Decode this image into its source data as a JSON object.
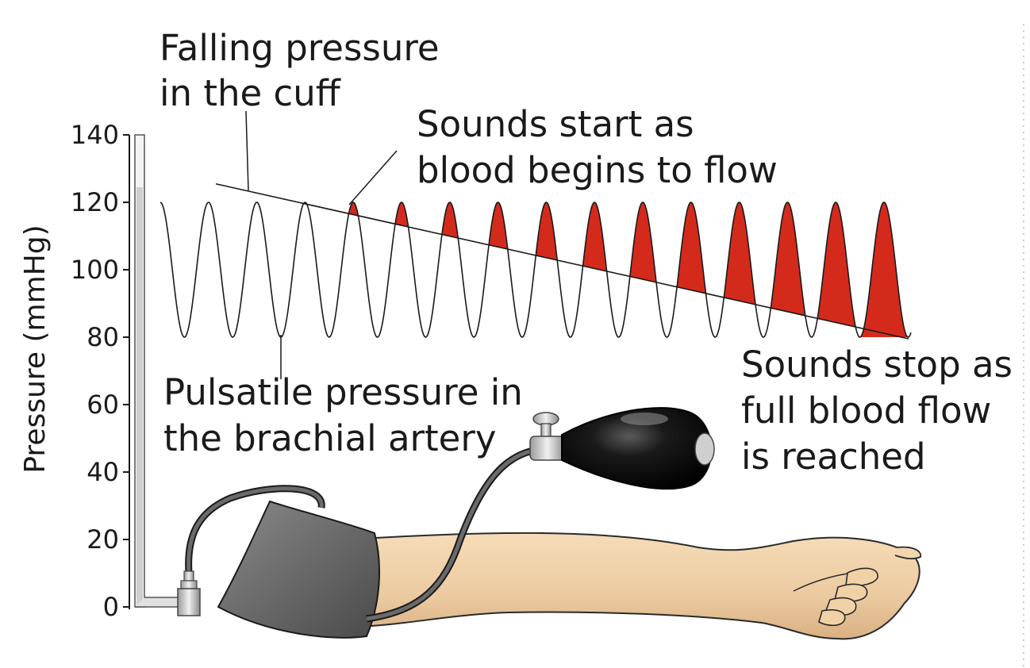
{
  "axis": {
    "label": "Pressure (mmHg)",
    "ticks": [
      "140",
      "120",
      "100",
      "80",
      "60",
      "40",
      "20",
      "0"
    ]
  },
  "annotations": {
    "falling_line1": "Falling pressure",
    "falling_line2": "in the cuff",
    "start_line1": "Sounds start as",
    "start_line2": "blood begins to flow",
    "pulsatile_line1": "Pulsatile pressure in",
    "pulsatile_line2": "the brachial artery",
    "stop_line1": "Sounds stop as",
    "stop_line2": "full blood flow",
    "stop_line3": "is reached"
  },
  "colors": {
    "sound_fill": "#d42a1c",
    "wave_stroke": "#1a1a1a",
    "skin": "#efcfa4",
    "cuff": "#6e6e6e",
    "bulb": "#111111"
  },
  "waveform": {
    "systolic_mmHg": 120,
    "diastolic_mmHg": 80,
    "cycles": 16,
    "cuff_start_mmHg": 125,
    "cuff_end_mmHg": 80
  }
}
